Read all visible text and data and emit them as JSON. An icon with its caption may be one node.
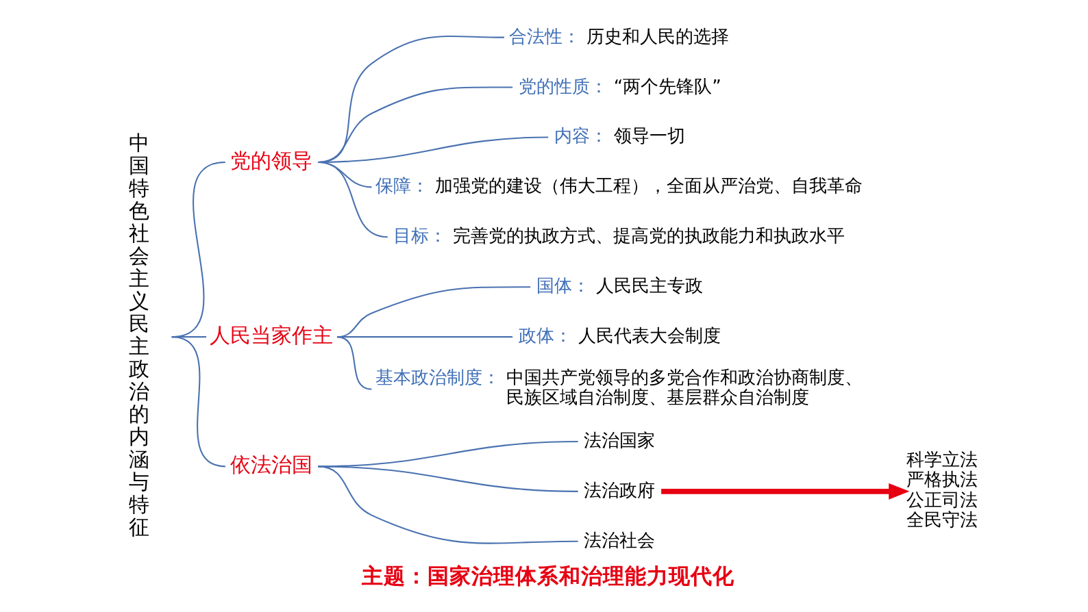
{
  "diagram": {
    "caption": "主题：国家治理体系和治理能力现代化",
    "nodes": [
      {
        "text": [
          "中国特色社会主义民主政治的内涵与特征"
        ]
      },
      {
        "text": [
          "党的领导"
        ]
      },
      {
        "text": [
          "合法性："
        ],
        "beside": [
          "历史和人民的选择"
        ]
      },
      {
        "text": [
          "党的性质："
        ],
        "beside": [
          "“两个先锋队”"
        ]
      },
      {
        "text": [
          "内容："
        ],
        "beside": [
          "领导一切"
        ]
      },
      {
        "text": [
          "保障："
        ],
        "beside": [
          "加强党的建设（伟大工程），全面从严治党、自我革命"
        ]
      },
      {
        "text": [
          "目标："
        ],
        "beside": [
          "完善党的执政方式、提高党的执政能力和执政水平"
        ]
      },
      {
        "text": [
          "人民当家作主"
        ]
      },
      {
        "text": [
          "国体："
        ],
        "beside": [
          "人民民主专政"
        ]
      },
      {
        "text": [
          "政体："
        ],
        "beside": [
          "人民代表大会制度"
        ]
      },
      {
        "text": [
          "基本政治制度："
        ],
        "beside": [
          "中国共产党领导的多党合作和政治协商制度、民族区域自治制度、基层群众自治制度"
        ]
      },
      {
        "text": [
          "依法治国"
        ]
      },
      {
        "text": [
          "法治国家"
        ]
      },
      {
        "text": [
          "法治政府"
        ]
      },
      {
        "text": [
          "法治社会"
        ]
      },
      {
        "text": [
          "科学立法",
          "严格执法",
          "公正司法",
          "全民守法"
        ]
      }
    ],
    "edges": [
      {
        "from": 0,
        "to": 1,
        "arrow": "none"
      },
      {
        "from": 0,
        "to": 7,
        "arrow": "none"
      },
      {
        "from": 0,
        "to": 11,
        "arrow": "none"
      },
      {
        "from": 1,
        "to": 2,
        "arrow": "none"
      },
      {
        "from": 1,
        "to": 3,
        "arrow": "none"
      },
      {
        "from": 1,
        "to": 4,
        "arrow": "none"
      },
      {
        "from": 1,
        "to": 5,
        "arrow": "none"
      },
      {
        "from": 1,
        "to": 6,
        "arrow": "none"
      },
      {
        "from": 7,
        "to": 8,
        "arrow": "none"
      },
      {
        "from": 7,
        "to": 9,
        "arrow": "none"
      },
      {
        "from": 7,
        "to": 10,
        "arrow": "none"
      },
      {
        "from": 11,
        "to": 12,
        "arrow": "none"
      },
      {
        "from": 11,
        "to": 13,
        "arrow": "none"
      },
      {
        "from": 11,
        "to": 14,
        "arrow": "none"
      },
      {
        "from": 13,
        "to": 15,
        "arrow": "to",
        "style": "thick",
        "color": "#e60012"
      }
    ]
  }
}
